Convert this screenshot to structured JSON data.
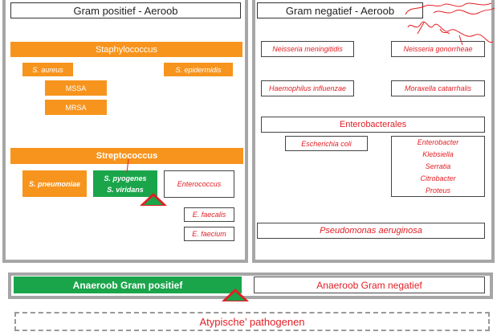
{
  "gram_positive": {
    "title": "Gram positief - Aeroob",
    "staphylococcus": {
      "label": "Staphylococcus",
      "s_aureus": "S. aureus",
      "s_epidermidis": "S. epidermidis",
      "mssa": "MSSA",
      "mrsa": "MRSA"
    },
    "streptococcus": {
      "label": "Streptococcus",
      "s_pneumoniae": "S. pneumoniae",
      "s_pyogenes": "S. pyogenes",
      "s_viridans": "S. viridans"
    },
    "enterococcus": "Enterococcus",
    "e_faecalis": "E. faecalis",
    "e_faecium": "E. faecium"
  },
  "gram_negative": {
    "title": "Gram negatief - Aeroob",
    "n_meningitidis": "Neisseria meningitidis",
    "n_gonorrhoeae": "Neisseria gonorrheae",
    "h_influenzae": "Haemophilus influenzae",
    "m_catarrhalis": "Moraxella catarrhalis",
    "enterobacterales": "Enterobacterales",
    "e_coli": "Escherichia coli",
    "enterobacter_group": [
      "Enterobacter",
      "Klebsiella",
      "Serratia",
      "Citrobacter",
      "Proteus"
    ],
    "pseudomonas": "Pseudomonas aeruginosa"
  },
  "anaerobic": {
    "positive": "Anaeroob Gram positief",
    "negative": "Anaeroob Gram negatief"
  },
  "atypical": "Atypische’ pathogenen",
  "colors": {
    "orange": "#f7941d",
    "green": "#1aa54a",
    "red": "#e31e24",
    "panel_border": "#a6a6a6"
  }
}
